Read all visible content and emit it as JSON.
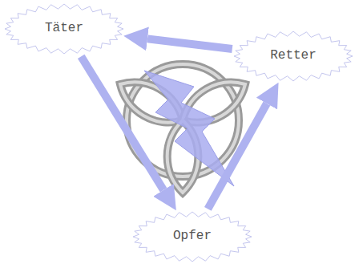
{
  "diagram": {
    "nodes": [
      {
        "text": [
          "Täter"
        ]
      },
      {
        "text": [
          "Retter"
        ]
      },
      {
        "text": [
          "Opfer"
        ]
      }
    ],
    "edges": [
      {
        "from": 1,
        "to": 0,
        "arrow": "to"
      },
      {
        "from": 0,
        "to": 2,
        "arrow": "to"
      },
      {
        "from": 2,
        "to": 1,
        "arrow": "to"
      }
    ]
  }
}
